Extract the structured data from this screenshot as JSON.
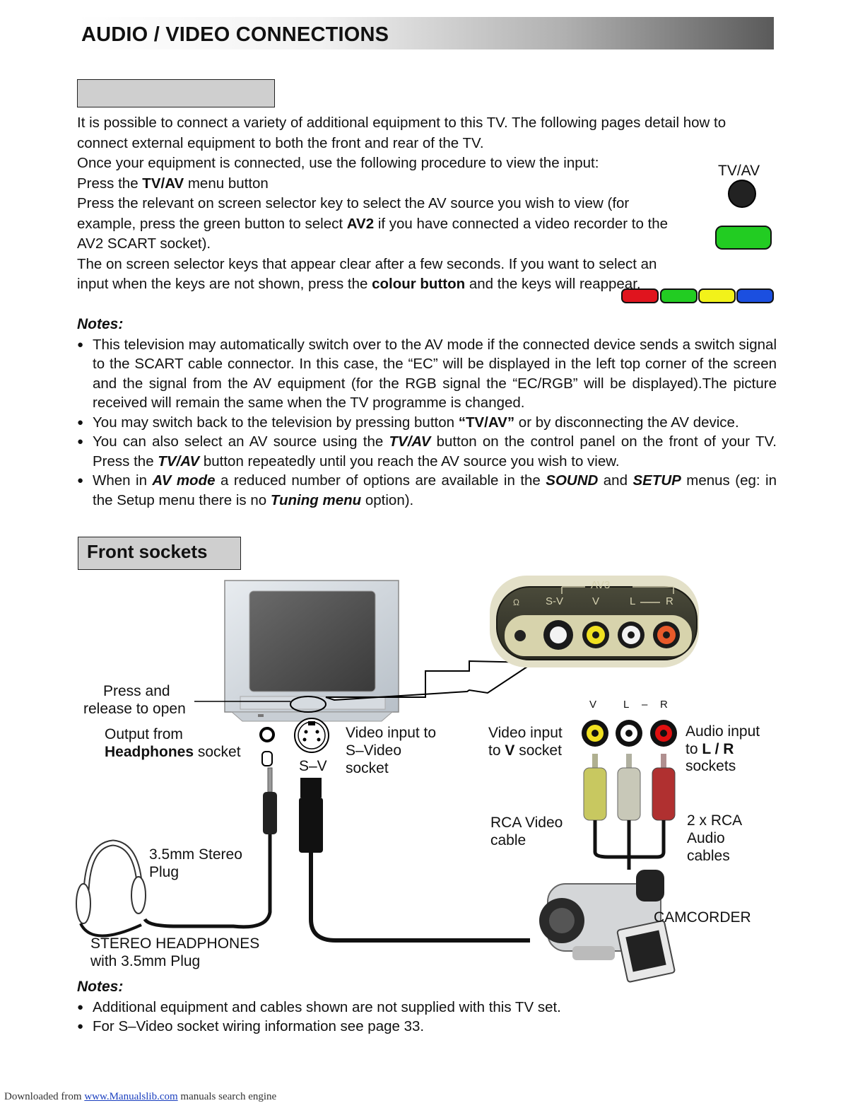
{
  "header": {
    "title": "AUDIO / VIDEO CONNECTIONS"
  },
  "intro": {
    "p1": "It is possible to connect a variety of additional equipment to this TV. The following pages detail how to connect external equipment to both the front and rear of the TV.",
    "p2": "Once your equipment is connected, use the following procedure to view the input:",
    "p3_pre": "Press the ",
    "p3_bold": "TV/AV",
    "p3_post": " menu button",
    "p4_pre": "Press the relevant on screen selector key to select the AV source you wish to view (for example, press the green button to select ",
    "p4_bold": "AV2",
    "p4_post": " if you have connected a video recorder to the AV2 SCART socket).",
    "p5_pre": "The on screen selector keys that appear clear after a few seconds. If you want to select an input when the keys are not shown, press the ",
    "p5_bold": "colour button",
    "p5_post": " and the keys will reappear."
  },
  "tvav_button": {
    "label": "TV/AV"
  },
  "colours": {
    "red": "#e0141e",
    "green": "#22cc22",
    "yellow": "#f2f21a",
    "blue": "#1b4fe0",
    "black": "#222222"
  },
  "notes1": {
    "heading": "Notes:",
    "b1": "This television may automatically switch over to the AV mode if the connected device sends a switch signal to the SCART cable connector. In this case, the “EC” will be displayed in the left top corner of the screen and the signal from the AV equipment (for the RGB signal the “EC/RGB” will be displayed).The picture received will remain the same when the TV programme is changed.",
    "b2_pre": "You may switch back to the television by pressing button ",
    "b2_bold": "“TV/AV”",
    "b2_post": " or by disconnecting the AV device.",
    "b3_pre": "You can also select an AV source using the ",
    "b3_bi1": "TV/AV",
    "b3_mid": " button on the control panel on the front of your TV. Press the ",
    "b3_bi2": "TV/AV",
    "b3_post": " button repeatedly until you reach the AV source you wish to view.",
    "b4_a": "When in ",
    "b4_b": "AV mode",
    "b4_c": " a reduced number of options are available in the ",
    "b4_d": "SOUND",
    "b4_e": " and ",
    "b4_f": "SETUP",
    "b4_g": " menus (eg: in the Setup menu there is no ",
    "b4_h": "Tuning menu",
    "b4_i": " option)."
  },
  "front": {
    "title": "Front sockets",
    "panel": {
      "av3": "AV3",
      "sv": "S-V",
      "v": "V",
      "l": "L",
      "r": "R"
    },
    "press_release_1": "Press and",
    "press_release_2": "release to open",
    "output_1": "Output from",
    "output_2_bold": "Headphones",
    "output_2_post": " socket",
    "sv_label": "S–V",
    "video_sv_1": "Video input to",
    "video_sv_2": "S–Video",
    "video_sv_3": "socket",
    "video_v_1": "Video input",
    "video_v_2_pre": "to ",
    "video_v_2_bold": "V",
    "video_v_2_post": " socket",
    "vlr_v": "V",
    "vlr_l": "L",
    "vlr_dash": "–",
    "vlr_r": "R",
    "audio_1": "Audio input",
    "audio_2_pre": "to ",
    "audio_2_bold": "L / R",
    "audio_3": "sockets",
    "rca_video_1": "RCA Video",
    "rca_video_2": "cable",
    "rca_audio_1": "2 x RCA",
    "rca_audio_2": "Audio",
    "rca_audio_3": "cables",
    "plug_1": "3.5mm Stereo",
    "plug_2": "Plug",
    "camcorder": "CAMCORDER",
    "headphones_1": "STEREO HEADPHONES",
    "headphones_2": "with 3.5mm Plug"
  },
  "notes2": {
    "heading": "Notes:",
    "b1": "Additional equipment and cables shown are not supplied with this TV set.",
    "b2": "For S–Video socket wiring information see page 33."
  },
  "footer": {
    "pre": "Downloaded from ",
    "link": "www.Manualslib.com",
    "post": "  manuals search engine"
  }
}
